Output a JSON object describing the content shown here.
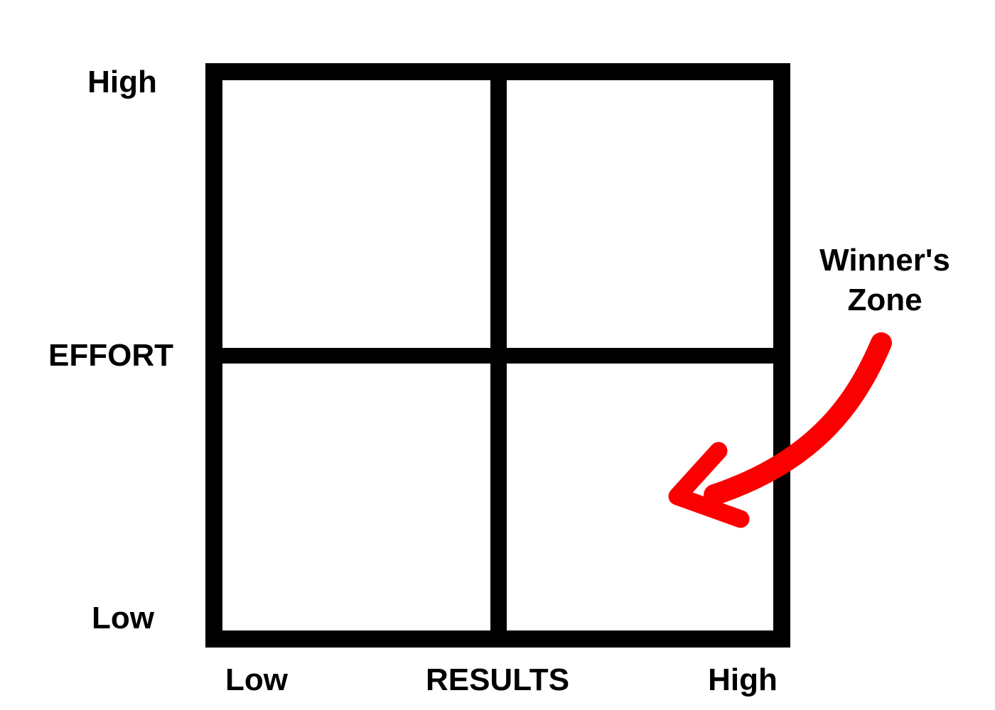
{
  "diagram": {
    "type": "2x2-matrix"
  },
  "effort_axis": {
    "label": "EFFORT",
    "high": "High",
    "low": "Low"
  },
  "results_axis": {
    "label": "RESULTS",
    "low": "Low",
    "high": "High"
  },
  "callout": {
    "line1": "Winner's",
    "line2": "Zone"
  },
  "colors": {
    "grid": "#000000",
    "text": "#000000",
    "arrow": "#fa0000",
    "background": "#ffffff"
  }
}
